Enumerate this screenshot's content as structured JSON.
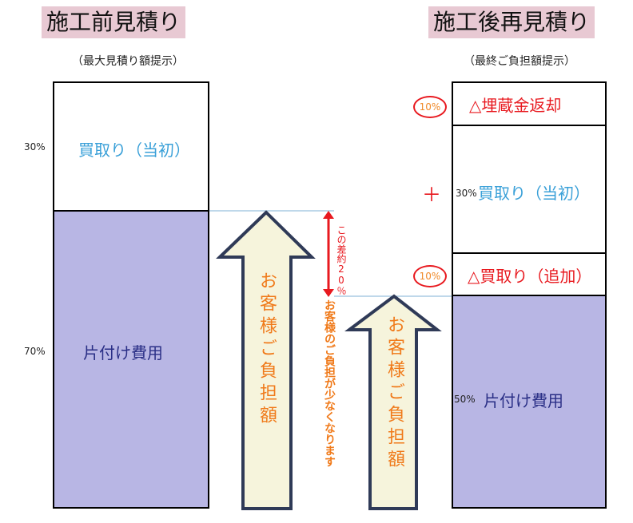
{
  "left": {
    "title": "施工前見積り",
    "subtitle": "（最大見積り額提示）",
    "buy_label": "買取り（当初）",
    "buy_pct": "30%",
    "cost_label": "片付け費用",
    "cost_pct": "70%"
  },
  "right": {
    "title": "施工後再見積り",
    "subtitle": "（最終ご負担額提示）",
    "buried_label": "△埋蔵金返却",
    "buried_badge": "10%",
    "buy_label": "買取り（当初）",
    "buy_pct": "30%",
    "plus": "＋",
    "add_label": "△買取り（追加）",
    "add_badge": "10%",
    "cost_label": "片付け費用",
    "cost_pct": "50%"
  },
  "arrows": {
    "left_text": "お客様ご負担額",
    "right_text": "お客様ご負担額"
  },
  "difference": {
    "label": "この差約20％",
    "note": "お客様のご負担が少なくなります"
  },
  "colors": {
    "cost_fill": "#b8b6e4",
    "arrow_fill": "#f6f4dc",
    "arrow_stroke": "#2f3a57",
    "accent_red": "#e8191f",
    "accent_orange": "#f07a1a",
    "blue_text": "#3aa0d8",
    "navy_text": "#2a2f86",
    "title_bg": "#e8c9d3"
  }
}
